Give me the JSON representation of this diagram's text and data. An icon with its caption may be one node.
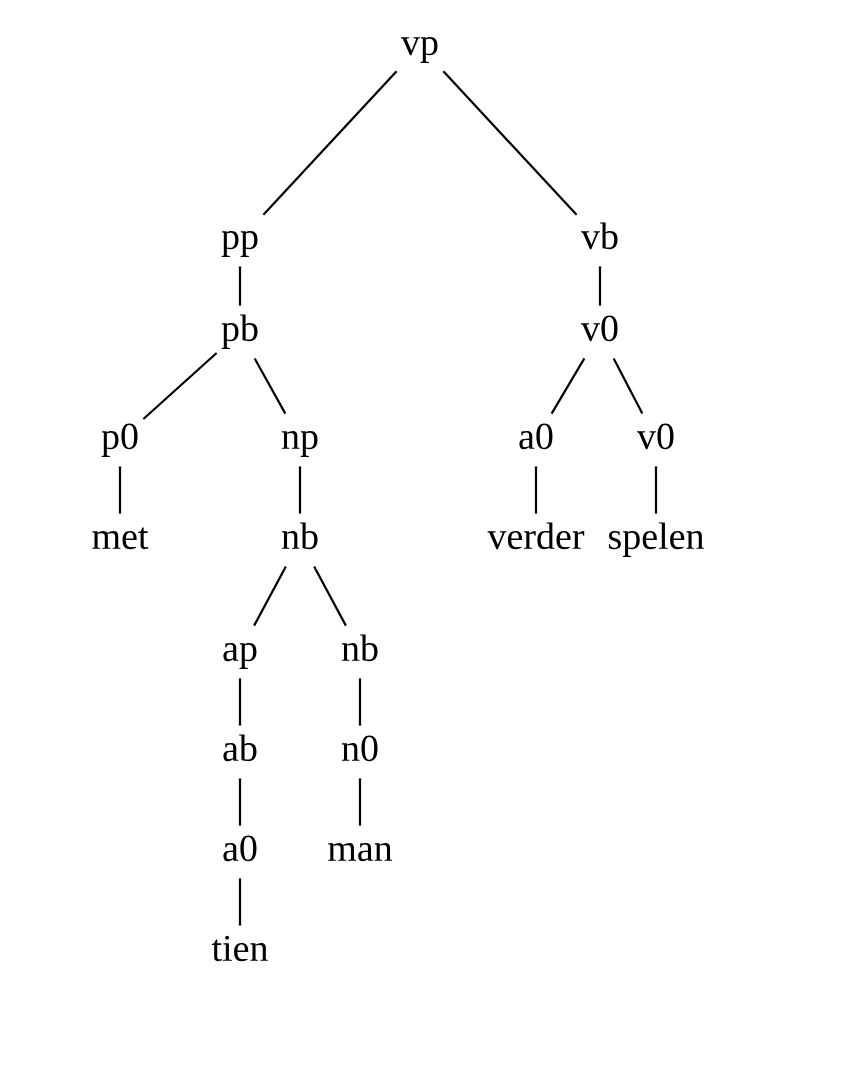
{
  "diagram": {
    "nodes": [
      {
        "text": [
          "vp"
        ]
      },
      {
        "text": [
          "pp"
        ]
      },
      {
        "text": [
          "pb"
        ]
      },
      {
        "text": [
          "vb"
        ]
      },
      {
        "text": [
          "v0"
        ]
      },
      {
        "text": [
          "p0"
        ]
      },
      {
        "text": [
          "np"
        ]
      },
      {
        "text": [
          "met"
        ]
      },
      {
        "text": [
          "nb"
        ]
      },
      {
        "text": [
          "a0"
        ]
      },
      {
        "text": [
          "v0"
        ]
      },
      {
        "text": [
          "verder"
        ]
      },
      {
        "text": [
          "spelen"
        ]
      },
      {
        "text": [
          "ap"
        ]
      },
      {
        "text": [
          "nb"
        ]
      },
      {
        "text": [
          "ab"
        ]
      },
      {
        "text": [
          "n0"
        ]
      },
      {
        "text": [
          "a0"
        ]
      },
      {
        "text": [
          "man"
        ]
      },
      {
        "text": [
          "tien"
        ]
      }
    ],
    "edges": [
      {
        "from": 0,
        "to": 1,
        "arrow": "none"
      },
      {
        "from": 0,
        "to": 3,
        "arrow": "none"
      },
      {
        "from": 1,
        "to": 2,
        "arrow": "none"
      },
      {
        "from": 3,
        "to": 4,
        "arrow": "none"
      },
      {
        "from": 2,
        "to": 5,
        "arrow": "none"
      },
      {
        "from": 2,
        "to": 6,
        "arrow": "none"
      },
      {
        "from": 5,
        "to": 7,
        "arrow": "none"
      },
      {
        "from": 6,
        "to": 8,
        "arrow": "none"
      },
      {
        "from": 4,
        "to": 9,
        "arrow": "none"
      },
      {
        "from": 4,
        "to": 10,
        "arrow": "none"
      },
      {
        "from": 9,
        "to": 11,
        "arrow": "none"
      },
      {
        "from": 10,
        "to": 12,
        "arrow": "none"
      },
      {
        "from": 8,
        "to": 13,
        "arrow": "none"
      },
      {
        "from": 8,
        "to": 14,
        "arrow": "none"
      },
      {
        "from": 13,
        "to": 15,
        "arrow": "none"
      },
      {
        "from": 14,
        "to": 16,
        "arrow": "none"
      },
      {
        "from": 15,
        "to": 17,
        "arrow": "none"
      },
      {
        "from": 16,
        "to": 18,
        "arrow": "none"
      },
      {
        "from": 17,
        "to": 19,
        "arrow": "none"
      }
    ]
  }
}
